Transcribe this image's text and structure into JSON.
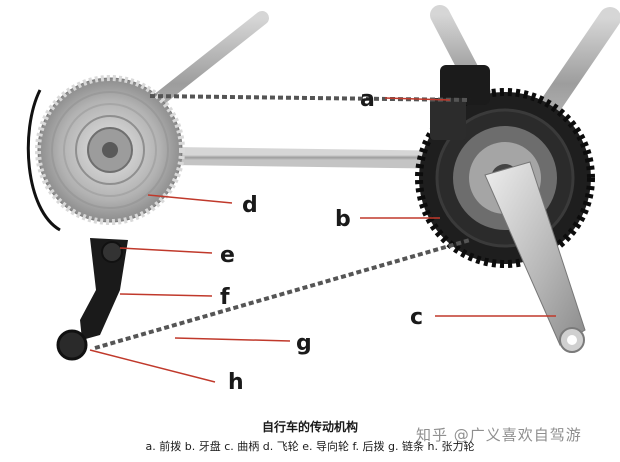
{
  "labels": {
    "a": "a",
    "b": "b",
    "c": "c",
    "d": "d",
    "e": "e",
    "f": "f",
    "g": "g",
    "h": "h"
  },
  "caption": {
    "title": "自行车的传动机构",
    "legend": "a. 前拨 b. 牙盘 c. 曲柄 d. 飞轮 e. 导向轮 f. 后拨 g. 链条 h. 张力轮"
  },
  "watermark": "知乎 @广义喜欢自驾游",
  "colors": {
    "leader_line": "#c0392b",
    "frame_tube": "#a9a9a9",
    "chainring": "#1e1e1e",
    "cassette": "#bcbcbc"
  }
}
